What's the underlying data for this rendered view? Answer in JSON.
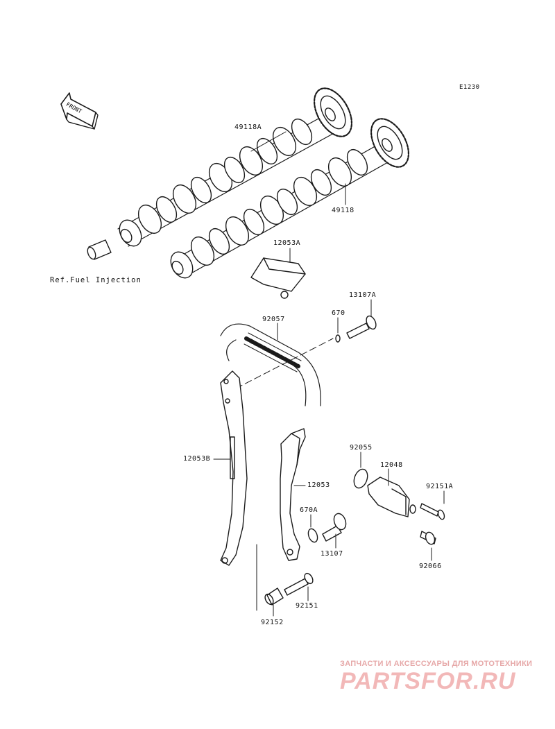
{
  "diagram_code": "E1230",
  "front_arrow_label": "FRONT",
  "reference_note": "Ref.Fuel Injection",
  "part_labels": {
    "camshaft_intake": "49118A",
    "camshaft_exhaust": "49118",
    "chain_guide_top": "12053A",
    "tensioner_bolt_top": "13107A",
    "washer_top": "670",
    "cam_chain": "92057",
    "guide_left": "12053B",
    "guide_right": "12053",
    "washer_bottom": "670A",
    "tensioner_bolt_bottom": "13107",
    "o_ring": "92055",
    "tensioner": "12048",
    "bolt_tensioner": "92151A",
    "bolt_cap": "92066",
    "collar": "92152",
    "bolt_guide": "92151"
  },
  "watermark": {
    "tagline": "ЗАПЧАСТИ И АКСЕССУАРЫ ДЛЯ МОТОТЕХНИКИ",
    "brand": "PARTSFOR.RU"
  }
}
